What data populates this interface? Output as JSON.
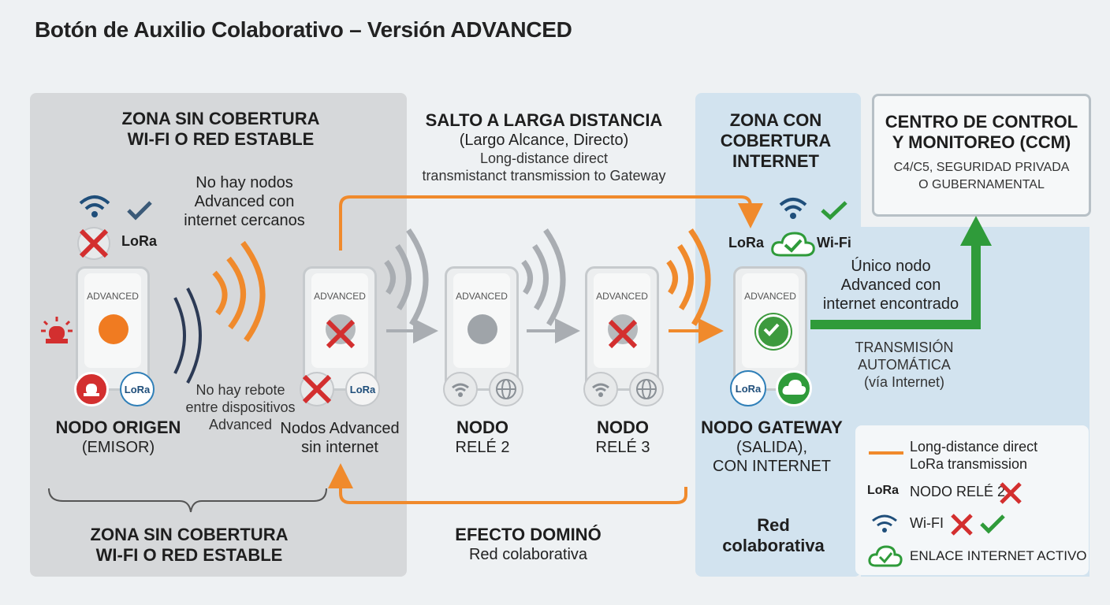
{
  "title": "Botón de Auxilio Colaborativo – Versión ADVANCED",
  "zone_left": {
    "heading": [
      "ZONA SIN COBERTURA",
      "WI-FI O RED ESTABLE"
    ],
    "footer": [
      "ZONA SIN COBERTURA",
      "WI-FI O RED ESTABLE"
    ],
    "note_top": [
      "No hay nodos",
      "Advanced con",
      "internet cercanos"
    ],
    "note_mid": [
      "No hay rebote",
      "entre dispositivos",
      "Advanced"
    ]
  },
  "long_jump": {
    "heading": "SALTO A LARGA DISTANCIA",
    "subtitle": "(Largo Alcance, Directo)",
    "desc": [
      "Long-distance direct",
      "transmistanct transmission to Gateway"
    ]
  },
  "zone_right": {
    "heading": [
      "ZONA CON",
      "COBERTURA",
      "INTERNET"
    ],
    "footer": [
      "Red",
      "colaborativa"
    ]
  },
  "ccm": {
    "title": [
      "CENTRO DE CONTROL",
      "Y MONITOREO (CCM)"
    ],
    "subtitle": [
      "C4/C5, SEGURIDAD PRIVADA",
      "O GUBERNAMENTAL"
    ]
  },
  "device_label": "ADVANCED",
  "lora_text": "LoRa",
  "wifi_text": "Wi-Fi",
  "nodes": {
    "origin": {
      "name": "NODO ORIGEN",
      "sub": "(EMISOR)"
    },
    "no_internet": {
      "name": [
        "Nodos Advanced",
        "sin internet"
      ]
    },
    "relay2": {
      "name": "NODO",
      "sub": "RELÉ 2"
    },
    "relay3": {
      "name": "NODO",
      "sub": "RELÉ 3"
    },
    "gateway": {
      "name": "NODO GATEWAY",
      "sub": [
        "(SALIDA),",
        "CON INTERNET"
      ]
    }
  },
  "gateway_note": [
    "Único nodo",
    "Advanced con",
    "internet encontrado"
  ],
  "transmission": [
    "TRANSMISIÓN",
    "AUTOMÁTICA",
    "(vía Internet)"
  ],
  "domino": {
    "title": "EFECTO DOMINÓ",
    "sub": "Red colaborativa"
  },
  "legend": {
    "line": [
      "Long-distance direct",
      "LoRa transmission"
    ],
    "relay": "NODO RELÉ 2",
    "wifi": "Wi-FI",
    "internet": "ENLACE INTERNET ACTIVO"
  },
  "colors": {
    "orange": "#f08a2c",
    "green": "#2f9b3a",
    "red": "#d32f2f",
    "blue": "#1f4e7a",
    "gray_arrow": "#a9adb2"
  }
}
